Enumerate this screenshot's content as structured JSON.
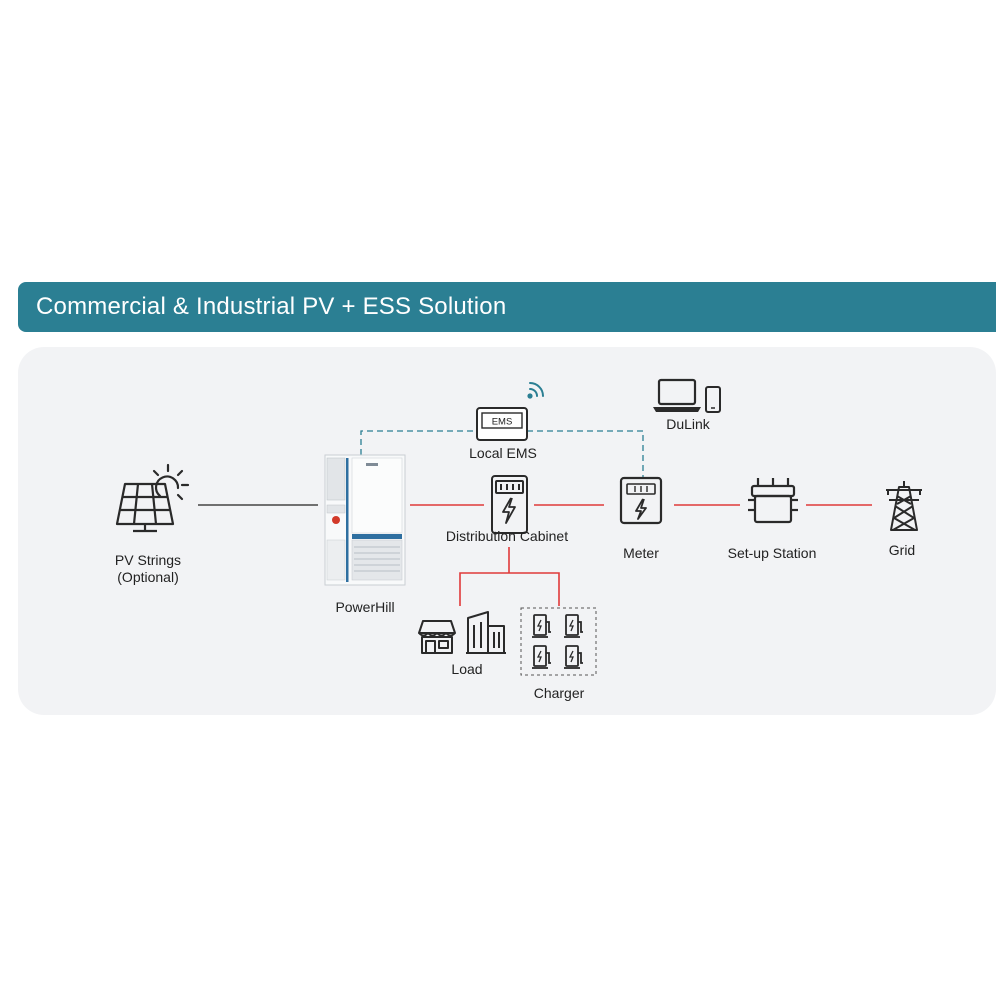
{
  "header": {
    "title": "Commercial & Industrial PV + ESS Solution"
  },
  "nodes": {
    "pv_strings": {
      "line1": "PV Strings",
      "line2": "(Optional)"
    },
    "powerhill": {
      "label": "PowerHill"
    },
    "local_ems": {
      "label": "Local EMS",
      "badge": "EMS"
    },
    "dulink": {
      "label": "DuLink"
    },
    "distribution_cabinet": {
      "label": "Distribution Cabinet"
    },
    "meter": {
      "label": "Meter"
    },
    "setup_station": {
      "label": "Set-up Station"
    },
    "grid": {
      "label": "Grid"
    },
    "load": {
      "label": "Load"
    },
    "charger": {
      "label": "Charger"
    }
  },
  "colors": {
    "banner": "#2b7f93",
    "panel": "#f2f3f5",
    "power_line": "#e03a3a",
    "dc_line": "#222222",
    "comm_line": "#2b7f93"
  },
  "icons": [
    "solar-panel-icon",
    "sun-icon",
    "ems-box-icon",
    "wifi-icon",
    "laptop-icon",
    "phone-icon",
    "cabinet-icon",
    "meter-icon",
    "transformer-icon",
    "pylon-icon",
    "shop-icon",
    "building-icon",
    "ev-charger-icon"
  ]
}
